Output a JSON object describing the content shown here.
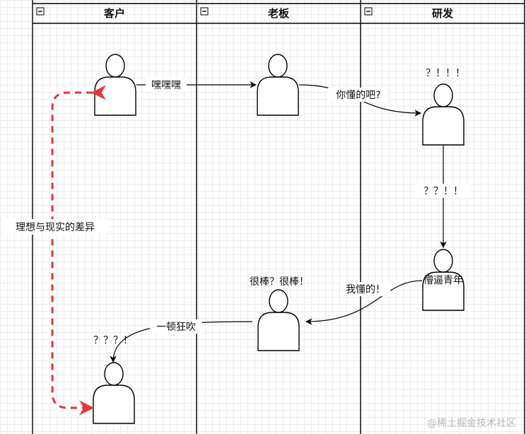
{
  "lanes": [
    {
      "title": "客户"
    },
    {
      "title": "老板"
    },
    {
      "title": "研发"
    }
  ],
  "actors": {
    "dev_name": "懵逼青年"
  },
  "edges": {
    "customer_to_boss": "嘿嘿嘿",
    "boss_to_dev": "你懂的吧?",
    "dev_to_dev2": "？？！！",
    "dev2_to_boss": "我懂的！",
    "boss_to_customer": "一顿狂吹",
    "ideal_vs_reality": "理想与现实的差异"
  },
  "annotations": {
    "dev_reaction": "？！！！",
    "boss_praise": "很棒？很棒！",
    "customer_reaction": "？？？！"
  },
  "watermark": "@稀土掘金技术社区",
  "colors": {
    "lane_border": "#000000",
    "dashed_arrow": "#e8343a",
    "grid": "#ececec"
  }
}
